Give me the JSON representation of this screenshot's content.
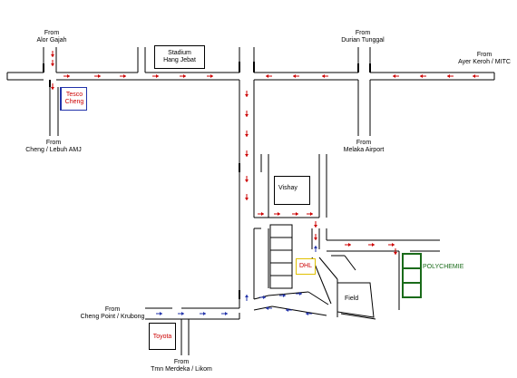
{
  "labels": {
    "alor_gajah": "From\nAlor Gajah",
    "durian_tunggal": "From\nDurian Tunggal",
    "ayer_keroh": "From\nAyer Keroh / MITC",
    "cheng_lebuh": "From\nCheng / Lebuh AMJ",
    "melaka_airport": "From\nMelaka Airport",
    "cheng_point": "From\nCheng Point / Krubong",
    "tmn_merdeka": "From\nTmn Merdeka / Likom"
  },
  "places": {
    "stadium": "Stadium\nHang Jebat",
    "tesco": "Tesco\nCheng",
    "vishay": "Vishay",
    "dhl": "DHL",
    "polychemie": "POLYCHEMIE",
    "field": "Field",
    "toyota": "Toyota"
  },
  "colors": {
    "arrow_red": "#cc0000",
    "arrow_blue": "#2233aa",
    "tesco_border": "#2233aa",
    "tesco_text": "#cc0000",
    "dhl_border": "#e0c000",
    "dhl_text": "#cc0000",
    "polychemie": "#1a6b1a",
    "toyota_text": "#cc0000"
  }
}
